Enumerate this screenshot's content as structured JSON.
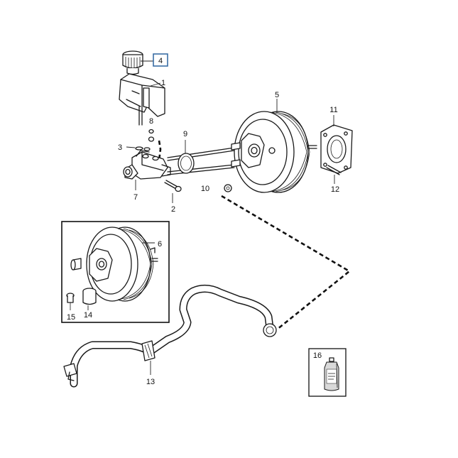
{
  "colors": {
    "line": "#1a1a1a",
    "highlight_box": "#3a6ea5",
    "background": "#ffffff"
  },
  "callouts": {
    "c1": "1",
    "c2": "2",
    "c3": "3",
    "c4": "4",
    "c5": "5",
    "c6": "6",
    "c7": "7",
    "c8": "8",
    "c9": "9",
    "c10": "10",
    "c11": "11",
    "c12": "12",
    "c13": "13",
    "c14": "14",
    "c15": "15",
    "c16": "16"
  }
}
